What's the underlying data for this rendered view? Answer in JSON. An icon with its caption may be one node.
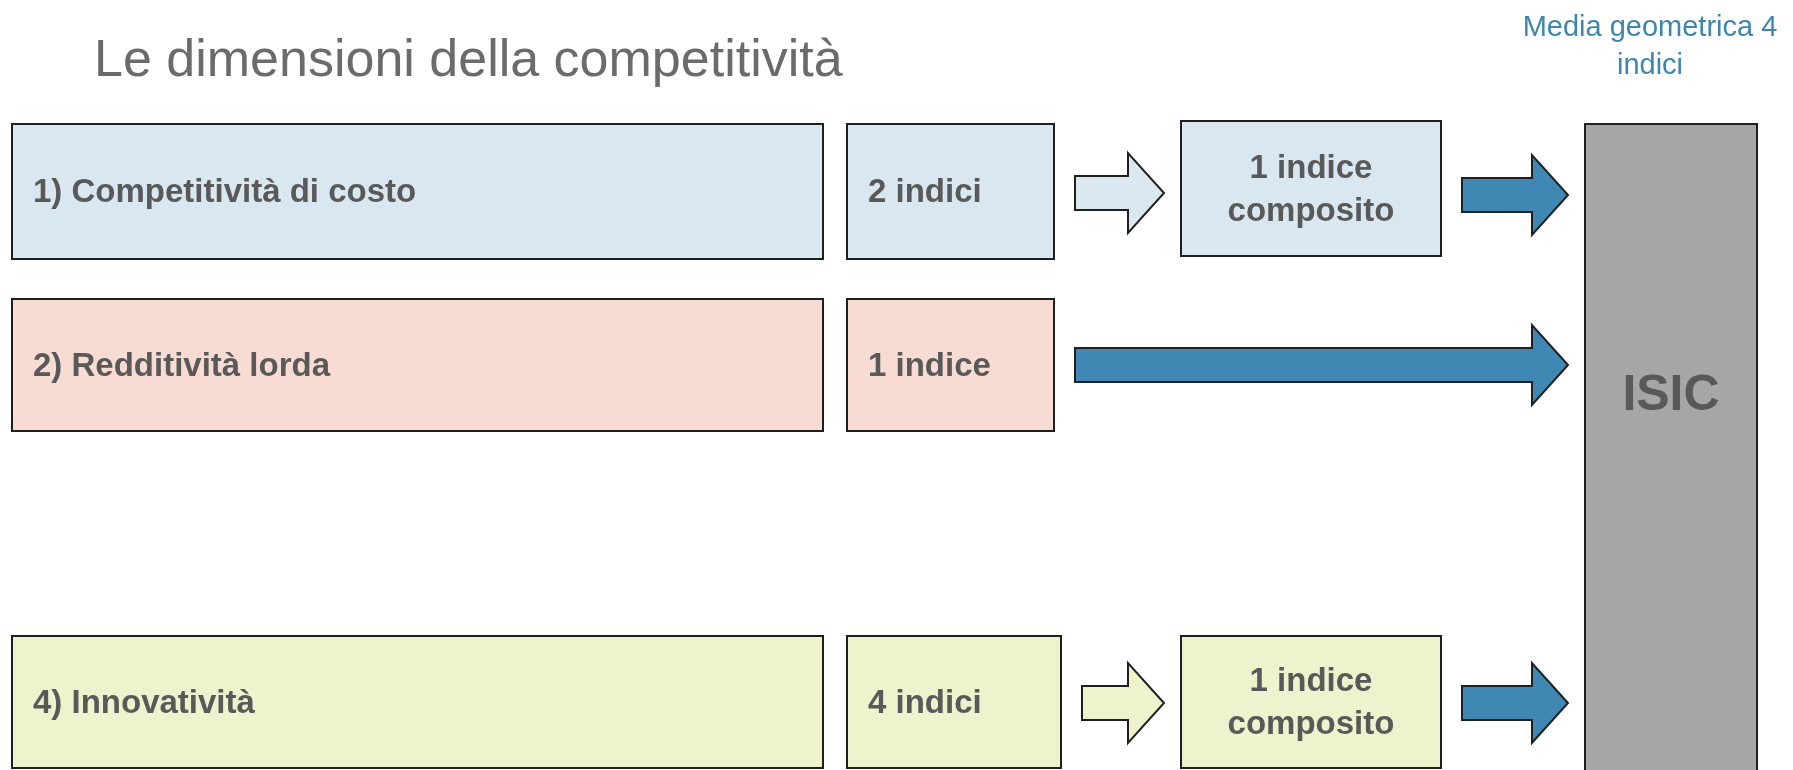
{
  "diagram": {
    "title": "Le dimensioni della competitività",
    "nodes": [
      {
        "text": [
          "1) Competitività di costo"
        ]
      },
      {
        "text": [
          "2 indici"
        ]
      },
      {
        "text": [
          "1 indice composito"
        ]
      },
      {
        "text": [
          "2) Redditività lorda"
        ]
      },
      {
        "text": [
          "1 indice"
        ]
      },
      {
        "text": [
          "4) Innovatività"
        ]
      },
      {
        "text": [
          "4 indici"
        ]
      },
      {
        "text": [
          "1 indice composito"
        ]
      },
      {
        "text": [
          "ISIC"
        ],
        "beside": [
          "Media geometrica 4 indici"
        ]
      }
    ],
    "edges": [
      {
        "from": 1,
        "to": 2,
        "arrow": "to",
        "color": "#dae8f0"
      },
      {
        "from": 2,
        "to": 8,
        "arrow": "to"
      },
      {
        "from": 4,
        "to": 8,
        "arrow": "to"
      },
      {
        "from": 6,
        "to": 7,
        "arrow": "to",
        "color": "#eff3cd"
      },
      {
        "from": 7,
        "to": 8,
        "arrow": "to"
      }
    ]
  }
}
